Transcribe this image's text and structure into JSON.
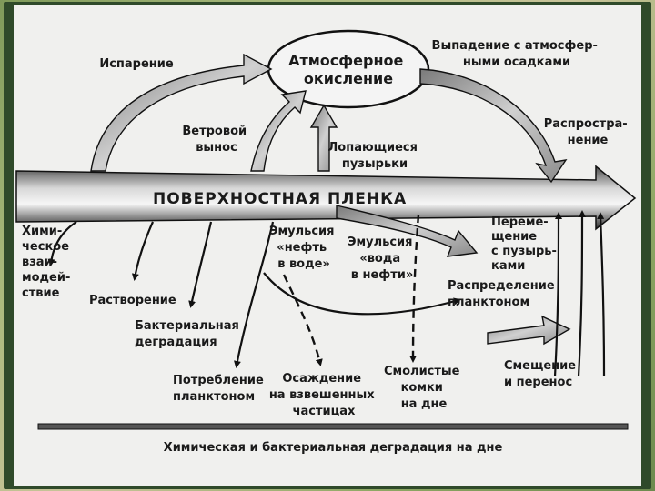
{
  "diagram": {
    "atmosphere": [
      "Атмосферное",
      "окисление"
    ],
    "film": "ПОВЕРХНОСТНАЯ ПЛЕНКА",
    "bottom": "Химическая и бактериальная деградация на дне",
    "evaporation": "Испарение",
    "deposition": [
      "Выпадение с атмосфер-",
      "ными осадками"
    ],
    "spreading": [
      "Распростра-",
      "нение"
    ],
    "wind": [
      "Ветровой",
      "вынос"
    ],
    "bubbles": [
      "Лопающиеся",
      "пузырьки"
    ],
    "chemical": [
      "Хими-",
      "ческое",
      "взаи-",
      "модей-",
      "ствие"
    ],
    "dissolution": "Растворение",
    "bacterial": [
      "Бактериальная",
      "деградация"
    ],
    "plankton_consumption": [
      "Потребление",
      "планктоном"
    ],
    "sedimentation": [
      "Осаждение",
      "на взвешенных",
      "частицах"
    ],
    "emulsion_oil_water": [
      "Эмульсия",
      "«нефть",
      "в воде»"
    ],
    "emulsion_water_oil": [
      "Эмульсия",
      "«вода",
      "в нефти»"
    ],
    "tar_balls": [
      "Смолистые",
      "комки",
      "на дне"
    ],
    "bubble_transfer": [
      "Переме-",
      "щение",
      "с пузырь-",
      "ками"
    ],
    "plankton_distribution": [
      "Распределение",
      "планктоном"
    ],
    "displacement": [
      "Смещение",
      "и перенос"
    ]
  },
  "colors": {
    "panel": "#f0f0ee",
    "frame": "#2f4a2a",
    "ink": "#1a1a1a",
    "arrow_fill": "#9a9a9a"
  }
}
